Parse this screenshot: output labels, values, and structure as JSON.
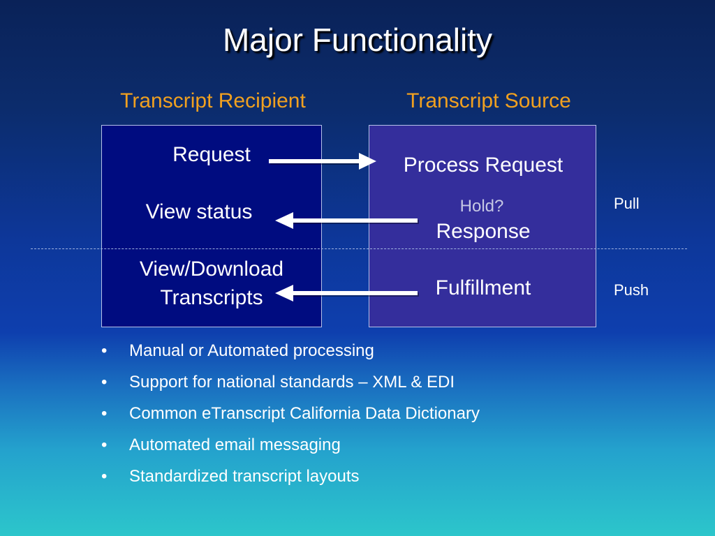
{
  "title": "Major Functionality",
  "columns": {
    "recipient_heading": "Transcript Recipient",
    "source_heading": "Transcript Source"
  },
  "recipient": {
    "request": "Request",
    "view_status": "View status",
    "view_download_line1": "View/Download",
    "view_download_line2": "Transcripts"
  },
  "source": {
    "process_request": "Process Request",
    "hold": "Hold?",
    "response": "Response",
    "fulfillment": "Fulfillment"
  },
  "side_labels": {
    "pull": "Pull",
    "push": "Push"
  },
  "bullet_symbol": "•",
  "bullets": [
    "Manual or Automated processing",
    "Support for national standards – XML & EDI",
    "Common eTranscript California Data Dictionary",
    "Automated email messaging",
    "Standardized transcript layouts"
  ],
  "colors": {
    "heading": "#f0a020",
    "recipient_box": "#000c80",
    "source_box": "#342e9c",
    "arrow": "#ffffff"
  }
}
